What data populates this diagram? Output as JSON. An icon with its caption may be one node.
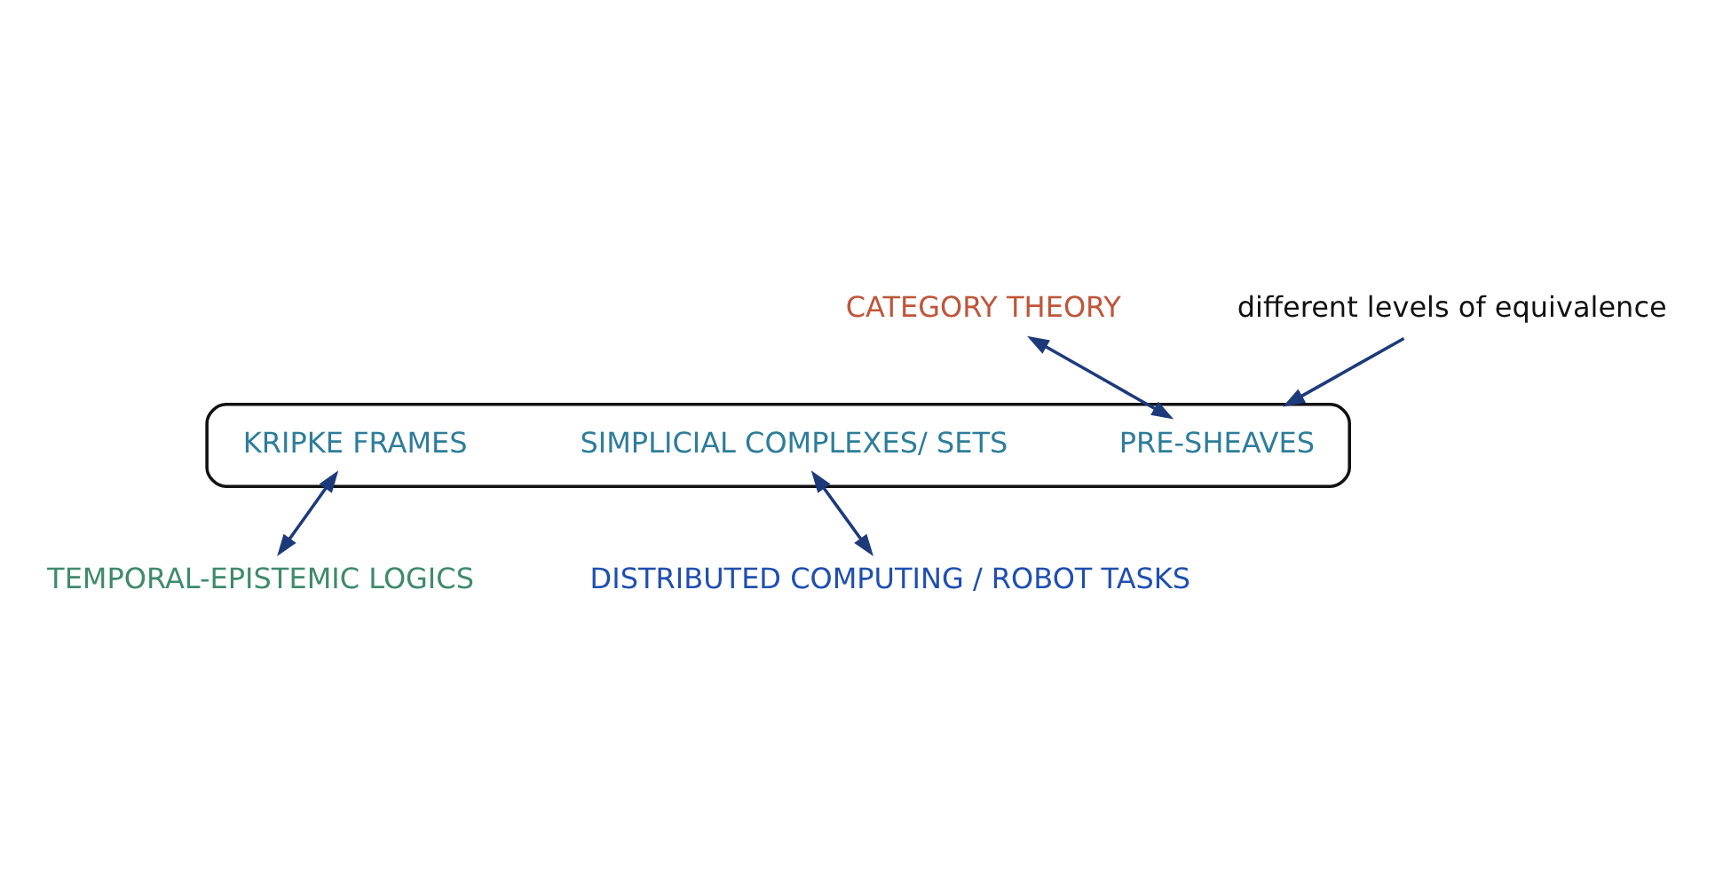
{
  "diagram": {
    "nodes": [
      {
        "text": [],
        "shape": "ellipse"
      },
      {
        "text": [
          "PRE-SHEAVES"
        ],
        "in": 0
      },
      {
        "text": [
          "KRIPKE FRAMES"
        ],
        "in": 0
      },
      {
        "text": [
          "SIMPLICIAL COMPLEXES/ SETS"
        ],
        "in": 0
      },
      {
        "text": [
          "CATEGORY THEORY"
        ]
      },
      {
        "text": [
          "different levels of equivalence"
        ]
      },
      {
        "text": [
          "TEMPORAL-EPISTEMIC LOGICS"
        ]
      },
      {
        "text": [
          "DISTRIBUTED COMPUTING / ROBOT TASKS"
        ]
      }
    ],
    "edges": [
      {
        "from": 4,
        "to": 1,
        "arrow": "both"
      },
      {
        "from": 5,
        "to": 0,
        "arrow": "to"
      },
      {
        "from": 2,
        "to": 6,
        "arrow": "both"
      },
      {
        "from": 3,
        "to": 7,
        "arrow": "both"
      }
    ]
  }
}
